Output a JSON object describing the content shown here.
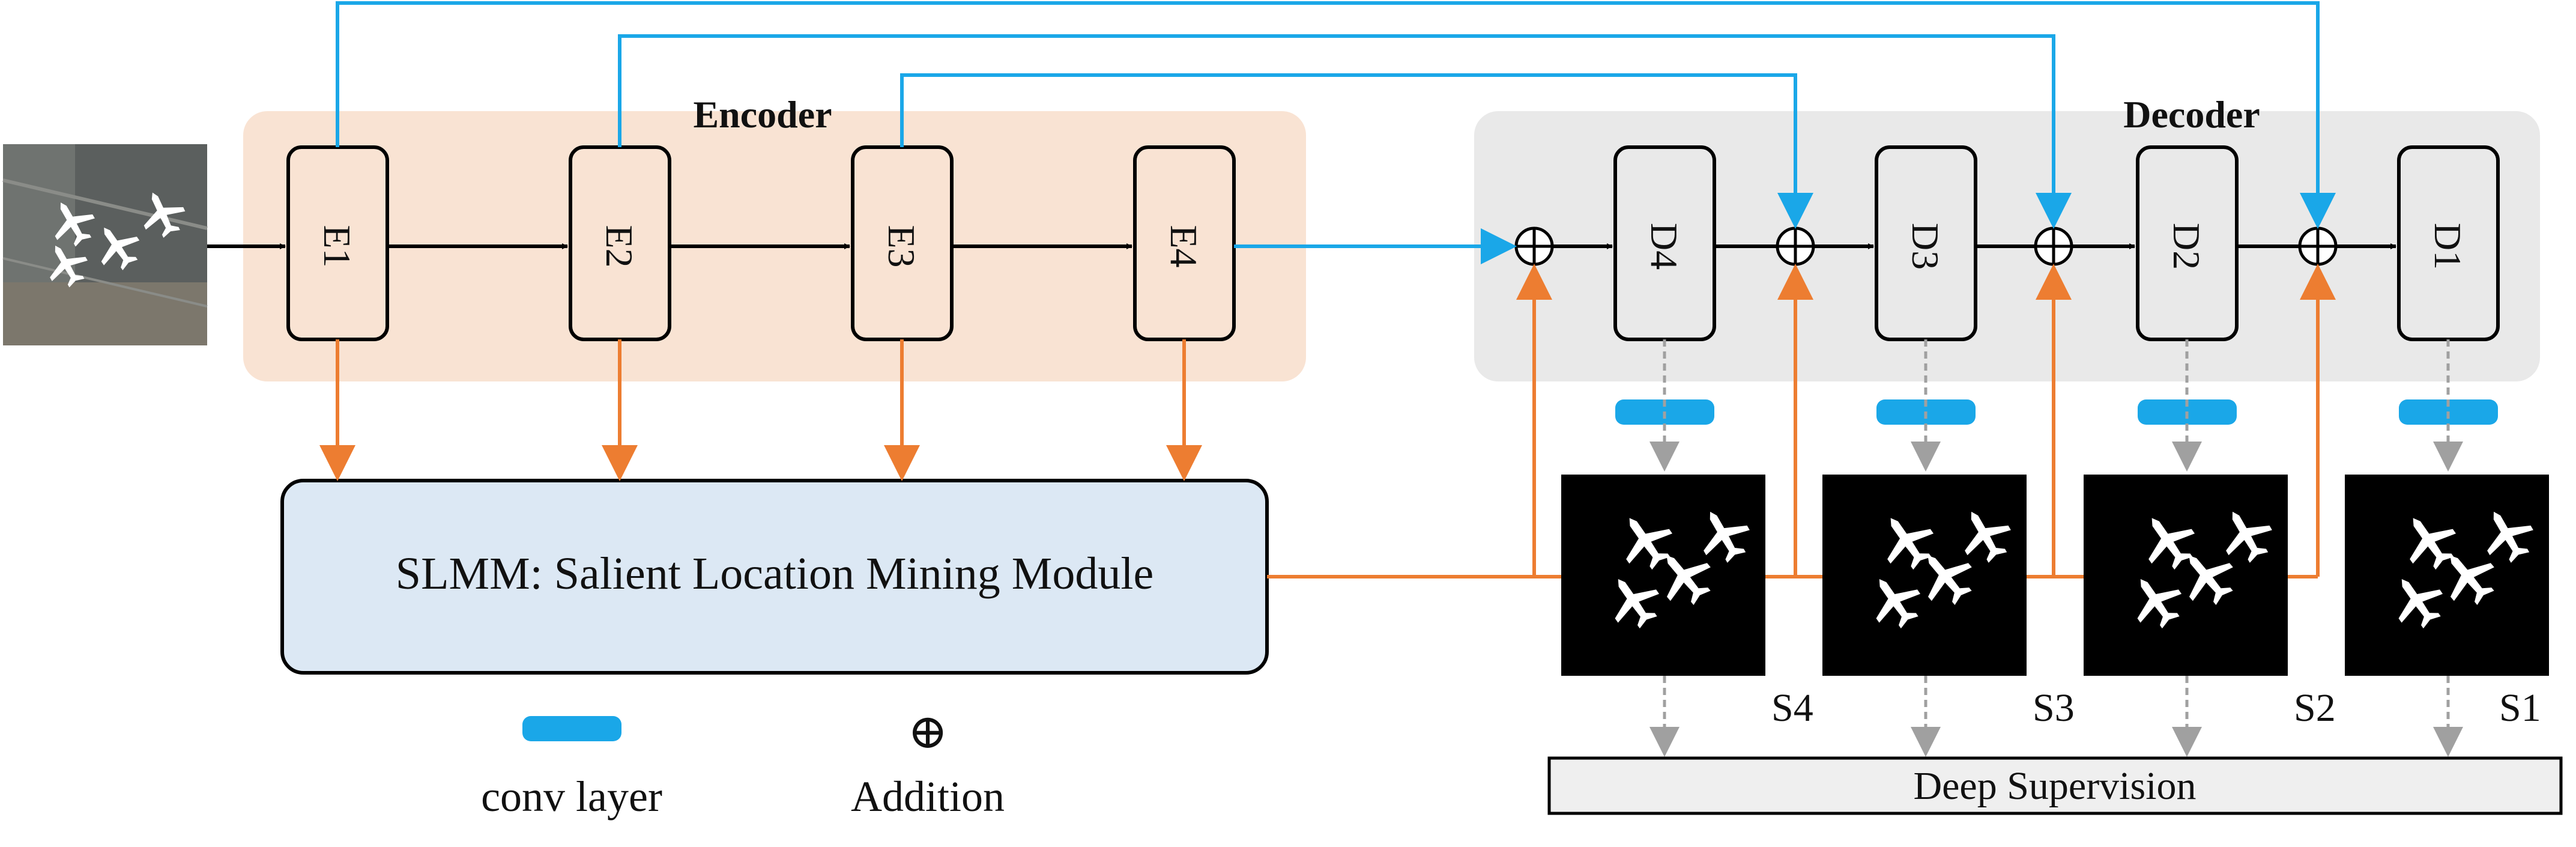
{
  "encoder": {
    "title": "Encoder",
    "blocks": [
      "E1",
      "E2",
      "E3",
      "E4"
    ]
  },
  "decoder": {
    "title": "Decoder",
    "blocks": [
      "D4",
      "D3",
      "D2",
      "D1"
    ]
  },
  "slmm": {
    "label": "SLMM: Salient Location Mining Module"
  },
  "saliency_maps": [
    "S4",
    "S3",
    "S2",
    "S1"
  ],
  "deep_supervision": {
    "label": "Deep Supervision"
  },
  "legend": {
    "conv_layer": "conv layer",
    "addition": "Addition",
    "addition_symbol": "⊕"
  },
  "colors": {
    "encoder_bg": "#f9e3d3",
    "decoder_bg": "#e9e9e9",
    "slmm_fill": "#dce8f4",
    "skip_arrow": "#1aa7e8",
    "slmm_arrow": "#ed7d31",
    "conv_layer": "#1aa7e8",
    "supervision_arrow": "#a0a0a0"
  }
}
